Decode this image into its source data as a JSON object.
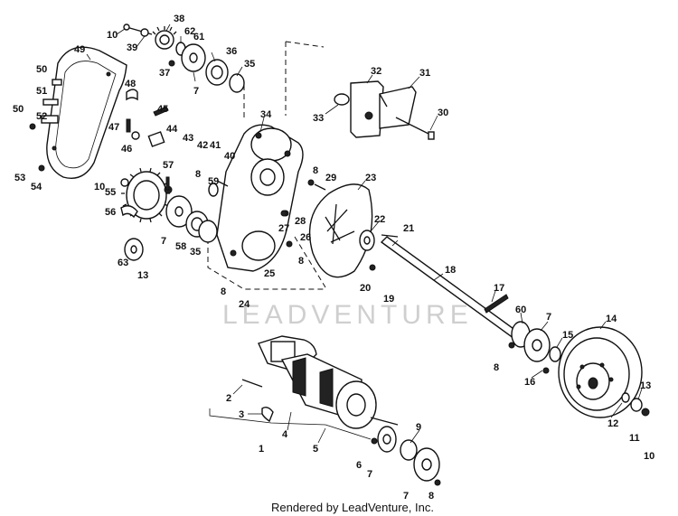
{
  "watermark": "LEADVENTURE",
  "footer": "Rendered by LeadVenture, Inc.",
  "callouts": [
    {
      "id": "c10a",
      "text": "10"
    },
    {
      "id": "c39",
      "text": "39"
    },
    {
      "id": "c38",
      "text": "38"
    },
    {
      "id": "c62",
      "text": "62"
    },
    {
      "id": "c61",
      "text": "61"
    },
    {
      "id": "c36",
      "text": "36"
    },
    {
      "id": "c37",
      "text": "37"
    },
    {
      "id": "c7a",
      "text": "7"
    },
    {
      "id": "c35a",
      "text": "35"
    },
    {
      "id": "c49",
      "text": "49"
    },
    {
      "id": "c50a",
      "text": "50"
    },
    {
      "id": "c51",
      "text": "51"
    },
    {
      "id": "c48",
      "text": "48"
    },
    {
      "id": "c50b",
      "text": "50"
    },
    {
      "id": "c52",
      "text": "52"
    },
    {
      "id": "c47",
      "text": "47"
    },
    {
      "id": "c45",
      "text": "45"
    },
    {
      "id": "c44",
      "text": "44"
    },
    {
      "id": "c46",
      "text": "46"
    },
    {
      "id": "c43",
      "text": "43"
    },
    {
      "id": "c42",
      "text": "42"
    },
    {
      "id": "c41",
      "text": "41"
    },
    {
      "id": "c40",
      "text": "40"
    },
    {
      "id": "c34",
      "text": "34"
    },
    {
      "id": "c32",
      "text": "32"
    },
    {
      "id": "c31",
      "text": "31"
    },
    {
      "id": "c33",
      "text": "33"
    },
    {
      "id": "c30",
      "text": "30"
    },
    {
      "id": "c53",
      "text": "53"
    },
    {
      "id": "c54",
      "text": "54"
    },
    {
      "id": "c10b",
      "text": "10"
    },
    {
      "id": "c55",
      "text": "55"
    },
    {
      "id": "c57",
      "text": "57"
    },
    {
      "id": "c8a",
      "text": "8"
    },
    {
      "id": "c59",
      "text": "59"
    },
    {
      "id": "c8b",
      "text": "8"
    },
    {
      "id": "c29",
      "text": "29"
    },
    {
      "id": "c23",
      "text": "23"
    },
    {
      "id": "c56",
      "text": "56"
    },
    {
      "id": "c7b",
      "text": "7"
    },
    {
      "id": "c58",
      "text": "58"
    },
    {
      "id": "c35b",
      "text": "35"
    },
    {
      "id": "c28",
      "text": "28"
    },
    {
      "id": "c27",
      "text": "27"
    },
    {
      "id": "c22",
      "text": "22"
    },
    {
      "id": "c21",
      "text": "21"
    },
    {
      "id": "c26",
      "text": "26"
    },
    {
      "id": "c8c",
      "text": "8"
    },
    {
      "id": "c63",
      "text": "63"
    },
    {
      "id": "c13a",
      "text": "13"
    },
    {
      "id": "c25",
      "text": "25"
    },
    {
      "id": "c18",
      "text": "18"
    },
    {
      "id": "c8d",
      "text": "8"
    },
    {
      "id": "c20",
      "text": "20"
    },
    {
      "id": "c19",
      "text": "19"
    },
    {
      "id": "c24",
      "text": "24"
    },
    {
      "id": "c17",
      "text": "17"
    },
    {
      "id": "c60",
      "text": "60"
    },
    {
      "id": "c7c",
      "text": "7"
    },
    {
      "id": "c14",
      "text": "14"
    },
    {
      "id": "c15",
      "text": "15"
    },
    {
      "id": "c8e",
      "text": "8"
    },
    {
      "id": "c16",
      "text": "16"
    },
    {
      "id": "c2",
      "text": "2"
    },
    {
      "id": "c3",
      "text": "3"
    },
    {
      "id": "c4",
      "text": "4"
    },
    {
      "id": "c13b",
      "text": "13"
    },
    {
      "id": "c12",
      "text": "12"
    },
    {
      "id": "c9",
      "text": "9"
    },
    {
      "id": "c11",
      "text": "11"
    },
    {
      "id": "c10c",
      "text": "10"
    },
    {
      "id": "c1",
      "text": "1"
    },
    {
      "id": "c5",
      "text": "5"
    },
    {
      "id": "c6",
      "text": "6"
    },
    {
      "id": "c7d",
      "text": "7"
    },
    {
      "id": "c7e",
      "text": "7"
    },
    {
      "id": "c8f",
      "text": "8"
    }
  ]
}
